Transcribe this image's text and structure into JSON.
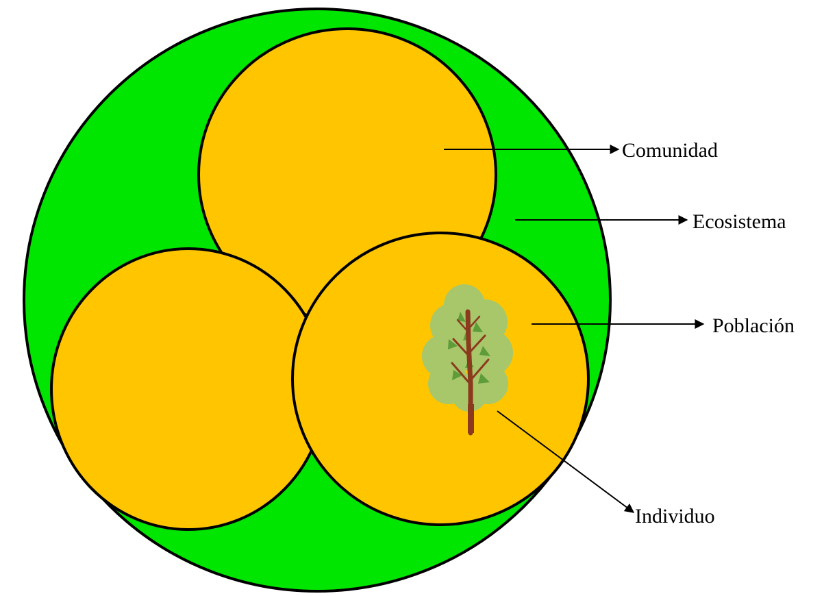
{
  "colors": {
    "ecosystem_fill": "#00E600",
    "community_fill": "#FFC600",
    "outline": "#000000",
    "tree_foliage_light": "#A8C66A",
    "tree_foliage_dark": "#5E9C3A",
    "tree_trunk": "#8B3A1E"
  },
  "icons": {
    "tree": "tree-icon"
  },
  "labels": {
    "comunidad": "Comunidad",
    "ecosistema": "Ecosistema",
    "poblacion": "Población",
    "individuo": "Individuo"
  }
}
